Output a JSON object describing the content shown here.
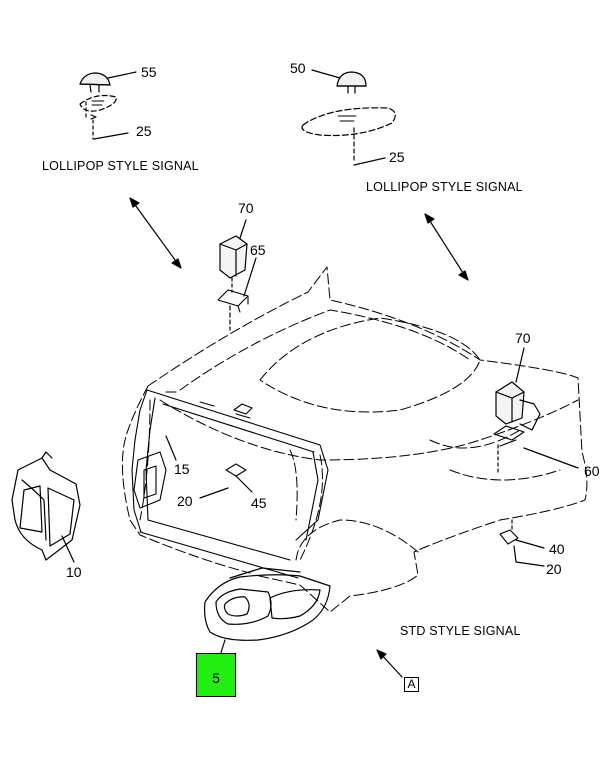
{
  "callouts": {
    "c55": "55",
    "c25a": "25",
    "c50": "50",
    "c25b": "25",
    "c70a": "70",
    "c65": "65",
    "c70b": "70",
    "c15": "15",
    "c20a": "20",
    "c45": "45",
    "c60": "60",
    "c10": "10",
    "c40": "40",
    "c20b": "20",
    "c5": "5"
  },
  "captions": {
    "lollipop_left": "LOLLIPOP STYLE SIGNAL",
    "lollipop_right": "LOLLIPOP STYLE SIGNAL",
    "std": "STD STYLE SIGNAL"
  },
  "view_marker": "A",
  "colors": {
    "highlight": "#22ee11",
    "line": "#000000"
  }
}
